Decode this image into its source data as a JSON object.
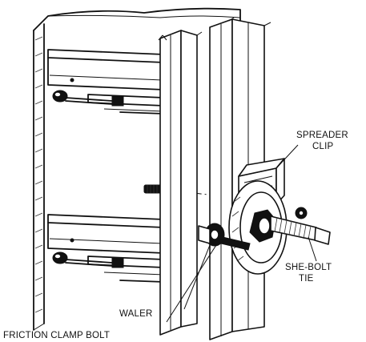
{
  "labels": {
    "spreader_clip_line1": "SPREADER",
    "spreader_clip_line2": "CLIP",
    "she_bolt_line1": "SHE-BOLT",
    "she_bolt_line2": "TIE",
    "waler": "WALER",
    "friction_clamp_bolt": "FRICTION CLAMP BOLT"
  },
  "colors": {
    "ink": "#111111",
    "background": "#ffffff"
  }
}
